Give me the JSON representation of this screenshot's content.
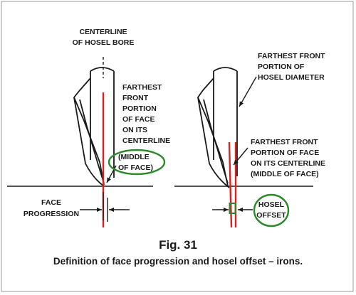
{
  "colors": {
    "outline": "#1a1a1a",
    "centerline_red": "#e02020",
    "highlight_green": "#2a8a2a",
    "border": "#9a9a9a"
  },
  "left_figure": {
    "centerline_label": [
      "CENTERLINE",
      "OF HOSEL BORE"
    ],
    "face_label": [
      "FARTHEST",
      "FRONT",
      "PORTION",
      "OF FACE",
      "ON ITS",
      "CENTERLINE",
      "(MIDDLE",
      "OF FACE)"
    ],
    "progression_label": [
      "FACE",
      "PROGRESSION"
    ]
  },
  "right_figure": {
    "hosel_label": [
      "FARTHEST FRONT",
      "PORTION OF",
      "HOSEL DIAMETER"
    ],
    "face_label": [
      "FARTHEST FRONT",
      "PORTION OF FACE",
      "ON ITS CENTERLINE",
      "(MIDDLE OF FACE)"
    ],
    "offset_label": [
      "HOSEL",
      "OFFSET"
    ]
  },
  "caption": {
    "figure_number": "Fig. 31",
    "description": "Definition of face progression and hosel offset – irons."
  }
}
